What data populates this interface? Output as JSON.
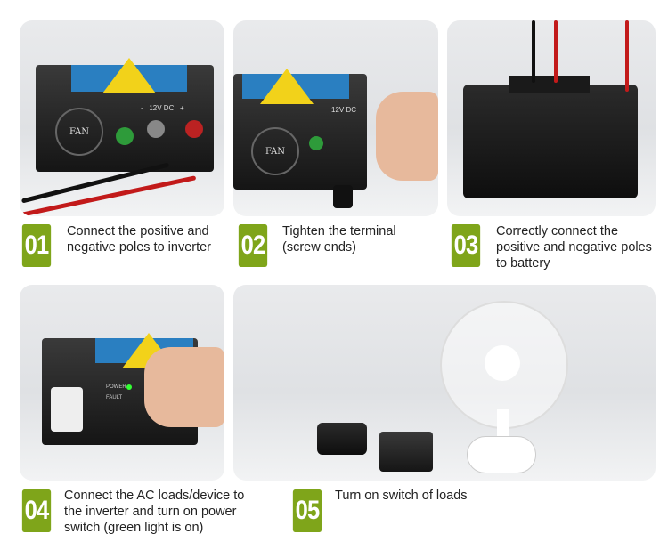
{
  "steps": [
    {
      "number": "01",
      "text": "Connect the positive and negative poles to inverter",
      "photo_labels": {
        "fan": "FAN",
        "terminals": "-   12V DC   +"
      }
    },
    {
      "number": "02",
      "text": "Tighten the terminal (screw ends)",
      "photo_labels": {
        "fan": "FAN",
        "terminals": "12V DC"
      }
    },
    {
      "number": "03",
      "text": "Correctly connect the positive and negative poles to battery"
    },
    {
      "number": "04",
      "text": "Connect the AC loads/device to the inverter and turn on power switch (green light is on)",
      "photo_labels": {
        "power": "POWER",
        "fault": "FAULT"
      }
    },
    {
      "number": "05",
      "text": "Turn on switch of loads"
    }
  ],
  "colors": {
    "badge": "#7fa51a"
  }
}
